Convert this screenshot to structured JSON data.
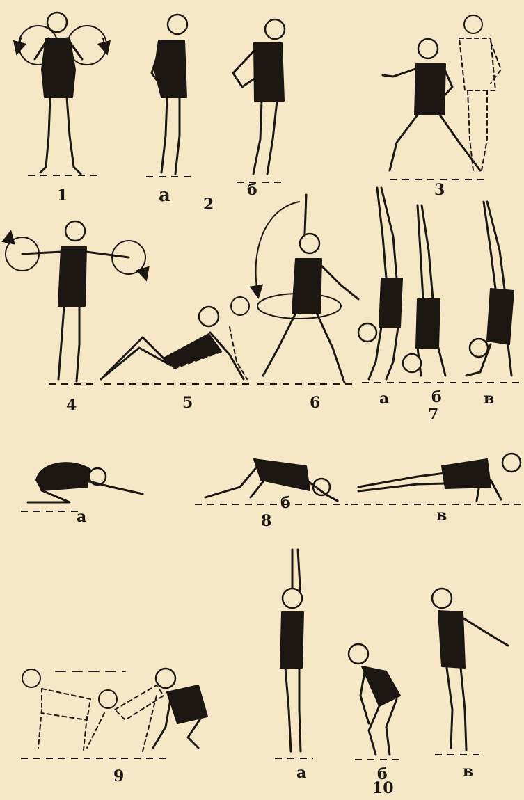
{
  "labels": {
    "ex1": "1",
    "ex2": "2",
    "ex2a": "а",
    "ex2b": "б",
    "ex3": "3",
    "ex4": "4",
    "ex5": "5",
    "ex6": "6",
    "ex7": "7",
    "ex7a": "а",
    "ex7b": "б",
    "ex7c": "в",
    "ex8": "8",
    "ex8a": "а",
    "ex8b": "б",
    "ex8c": "в",
    "ex9": "9",
    "ex10": "10",
    "ex10a": "а",
    "ex10b": "б",
    "ex10c": "в"
  },
  "colors": {
    "paper": "#f6e7c6",
    "ink": "#1c1712"
  }
}
